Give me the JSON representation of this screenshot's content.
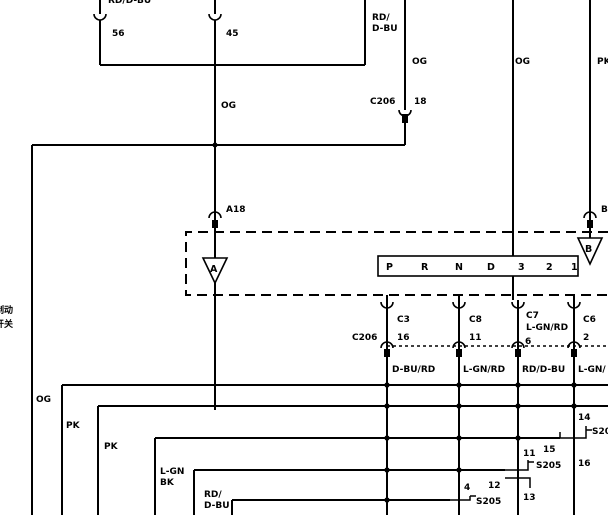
{
  "wires": {
    "og_main": "OG",
    "og_top_right": "OG",
    "og_right2": "OG",
    "rd_dbu_top": "RD/\nD-BU",
    "pk_top_right": "PK",
    "og_left": "OG",
    "pk_left1": "PK",
    "pk_left2": "PK",
    "lgn_bk": "L-GN\nBK",
    "rd_dbu_left": "RD/\nD-BU",
    "dbu_rd": "D-BU/RD",
    "lgn_rd": "L-GN/RD",
    "rd_dbu": "RD/D-BU",
    "lgn_cut": "L-GN/",
    "lgn_rd_c7": "L-GN/RD",
    "rd_dbu_header": "RD/D-BU"
  },
  "connectors": {
    "c206_upper": "C206",
    "c206_upper_pin": "18",
    "a18": "A18",
    "b_cut": "B",
    "pin56": "56",
    "pin45": "45",
    "c3": "C3",
    "c8": "C8",
    "c7": "C7",
    "c6": "C6",
    "c206_lower": "C206",
    "pin16": "16",
    "pin11": "11",
    "pin6": "6",
    "pin2": "2"
  },
  "switch": {
    "label_line1": "制动",
    "label_line2": "开关",
    "ground_a": "A",
    "ground_b": "B",
    "positions": [
      "P",
      "R",
      "N",
      "D",
      "3",
      "2",
      "1"
    ]
  },
  "splices": {
    "s205_a": "S205",
    "s205_b": "S205",
    "s20_cut": "S20",
    "n14": "14",
    "n15": "15",
    "n16": "16",
    "n11": "11",
    "n12": "12",
    "n13": "13",
    "n4": "4"
  }
}
